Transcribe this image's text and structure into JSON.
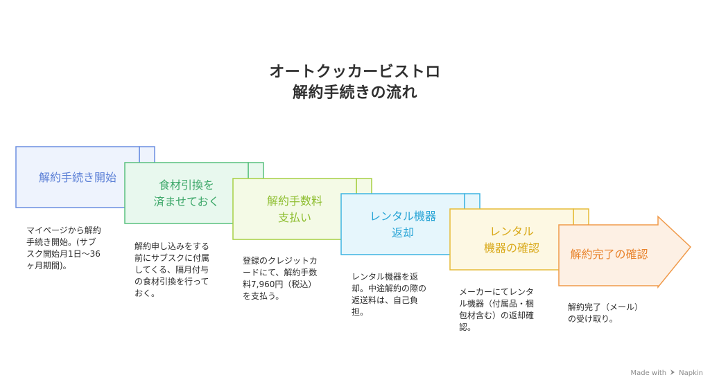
{
  "title": {
    "line1": "オートクッカービストロ",
    "line2": "解約手続きの流れ"
  },
  "steps": [
    {
      "label": [
        "解約手続き開始"
      ],
      "color": "#5b7fd6",
      "fill": "#eef3fd",
      "stroke": "#6b8ee0",
      "desc": [
        "マイページから解約",
        "手続き開始。(サブ",
        "スク開始月1日〜36",
        "ヶ月期間)。"
      ]
    },
    {
      "label": [
        "食材引換を",
        "済ませておく"
      ],
      "color": "#3ea86a",
      "fill": "#e8f8ee",
      "stroke": "#59c07f",
      "desc": [
        "解約申し込みをする",
        "前にサブスクに付属",
        "してくる、隔月付与",
        "の食材引換を行って",
        "おく。"
      ]
    },
    {
      "label": [
        "解約手数料",
        "支払い"
      ],
      "color": "#8dbd2e",
      "fill": "#f4fae6",
      "stroke": "#a6cf44",
      "desc": [
        "登録のクレジットカ",
        "ードにて、解約手数",
        "料7,960円（税込）",
        "を支払う。"
      ]
    },
    {
      "label": [
        "レンタル機器",
        "返却"
      ],
      "color": "#2aa5d6",
      "fill": "#e6f6fc",
      "stroke": "#3db4e2",
      "desc": [
        "レンタル機器を返",
        "却。中途解約の際の",
        "返送料は、自己負",
        "担。"
      ]
    },
    {
      "label": [
        "レンタル",
        "機器の確認"
      ],
      "color": "#d9a91a",
      "fill": "#fdf8e3",
      "stroke": "#e6bb38",
      "desc": [
        "メーカーにてレンタ",
        "ル機器（付属品・梱",
        "包材含む）の返却確",
        "認。"
      ]
    },
    {
      "label": [
        "解約完了の確認"
      ],
      "color": "#e8822a",
      "fill": "#fdf0e4",
      "stroke": "#f09a4a",
      "desc": [
        "解約完了（メール）",
        "の受け取り。"
      ]
    }
  ],
  "watermark": {
    "text": "Made with",
    "brand": "Napkin",
    "icon": "napkin-logo-icon"
  }
}
